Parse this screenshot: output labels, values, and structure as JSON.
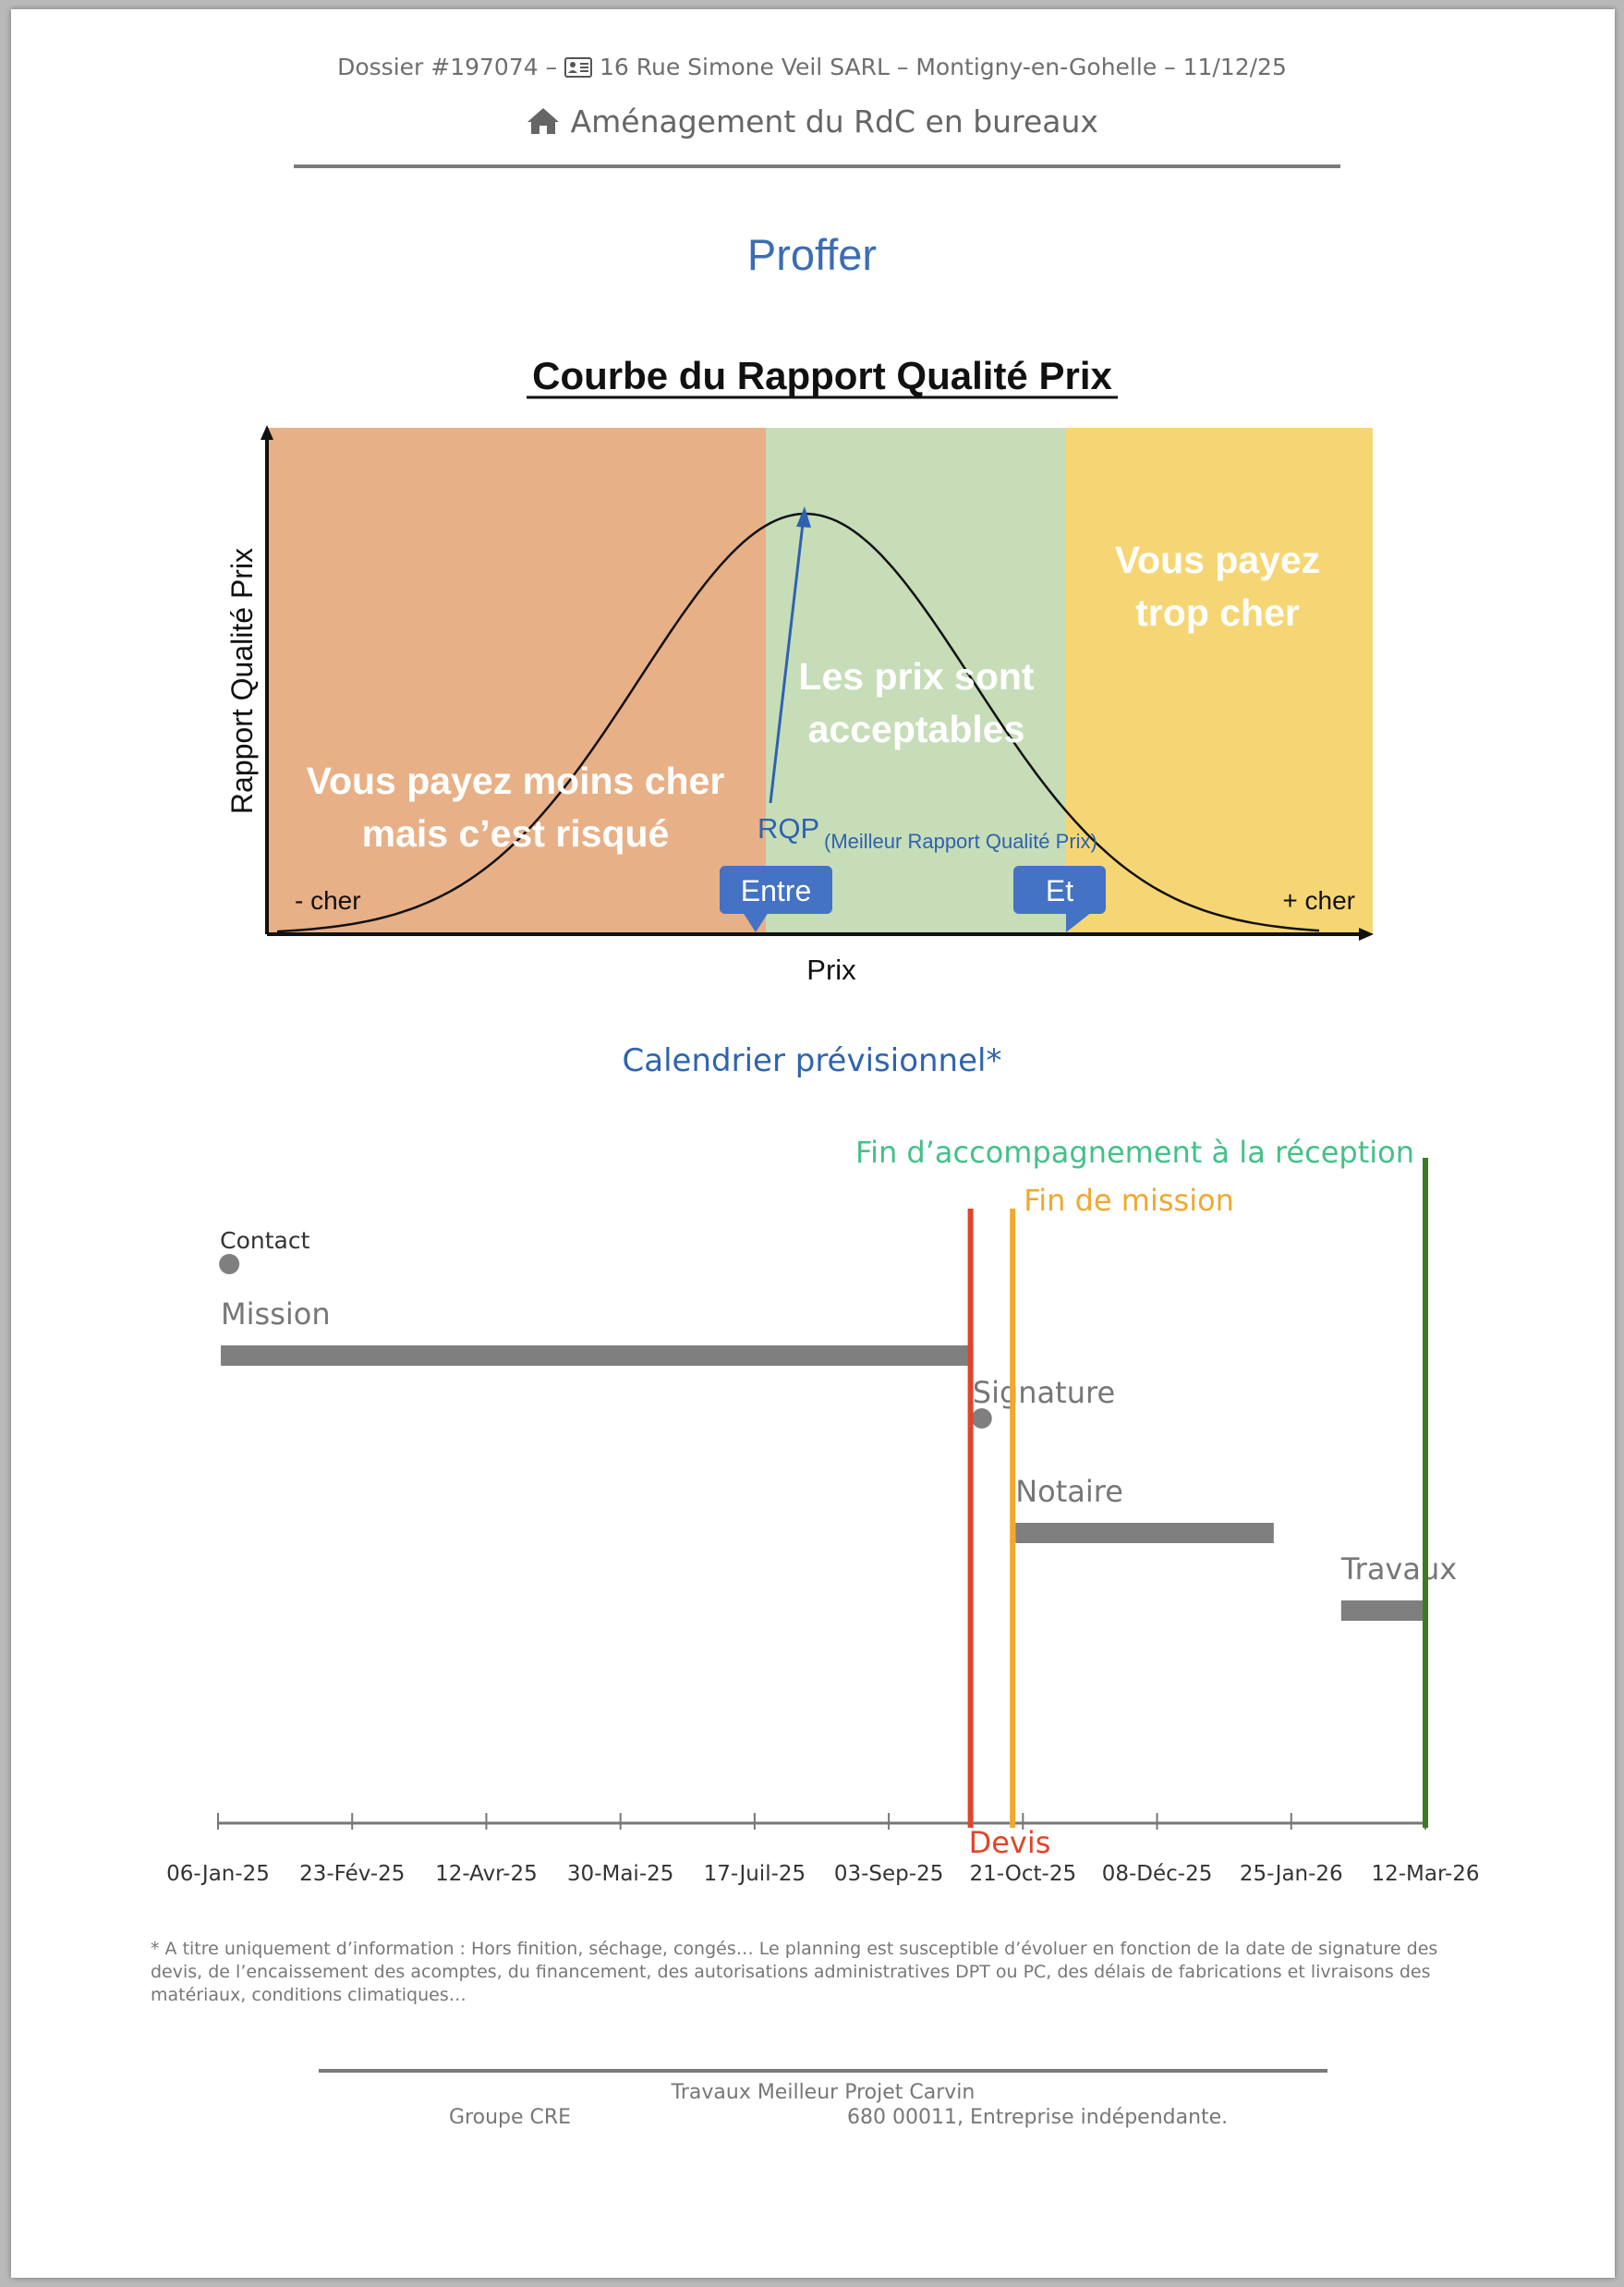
{
  "header": {
    "dossier_prefix": "Dossier #197074 –",
    "address": "16 Rue Simone Veil SARL – Montigny-en-Gohelle – 11/12/25",
    "project": "Aménagement du RdC en bureaux"
  },
  "title": "Proffer",
  "rqp_chart": {
    "title": "Courbe du Rapport Qualité Prix",
    "ylabel": "Rapport Qualité Prix",
    "xlabel": "Prix",
    "zone_left_line1": "Vous payez moins cher",
    "zone_left_line2": "mais c’est risqué",
    "zone_mid_line1": "Les prix sont",
    "zone_mid_line2": "acceptables",
    "zone_right_line1": "Vous payez",
    "zone_right_line2": "trop cher",
    "rqp_label": "RQP",
    "rqp_desc": "(Meilleur Rapport Qualité Prix)",
    "low_label": "- cher",
    "high_label": "+ cher",
    "callout_left": "Entre",
    "callout_right": "Et",
    "colors": {
      "left": "#e8b087",
      "mid": "#c6ddb8",
      "right": "#f6d674",
      "callout": "#4472c4",
      "arrow": "#2e62b0"
    }
  },
  "calendar": {
    "title": "Calendrier prévisionnel*",
    "chart_data": {
      "type": "gantt",
      "x_ticks": [
        "06-Jan-25",
        "23-Fév-25",
        "12-Avr-25",
        "30-Mai-25",
        "17-Juil-25",
        "03-Sep-25",
        "21-Oct-25",
        "08-Déc-25",
        "25-Jan-26",
        "12-Mar-26"
      ],
      "x_range": [
        "2025-01-06",
        "2026-03-12"
      ],
      "tasks": [
        {
          "name": "Contact",
          "type": "milestone",
          "date": "2025-01-10"
        },
        {
          "name": "Mission",
          "type": "bar",
          "start": "2025-01-07",
          "end": "2025-10-01"
        },
        {
          "name": "Signature",
          "type": "milestone",
          "date": "2025-10-05"
        },
        {
          "name": "Notaire",
          "type": "bar",
          "start": "2025-10-17",
          "end": "2026-01-17"
        },
        {
          "name": "Travaux",
          "type": "bar",
          "start": "2026-02-10",
          "end": "2026-03-12"
        }
      ],
      "markers": [
        {
          "name": "Devis",
          "date": "2025-10-01",
          "color": "#e0442b"
        },
        {
          "name": "Fin de mission",
          "date": "2025-10-16",
          "color": "#f0a830"
        },
        {
          "name": "Fin d’accompagnement à la réception",
          "date": "2026-03-12",
          "color": "#3d7a22"
        }
      ]
    }
  },
  "footnote": "* A titre uniquement d’information : Hors finition, séchage, congés… Le planning est susceptible d’évoluer en fonction de la date de signature des devis, de l’encaissement des acomptes, du financement, des autorisations administratives DPT ou PC, des délais de fabrications et livraisons des matériaux, conditions climatiques…",
  "footer": {
    "line1": "Travaux Meilleur Projet Carvin",
    "line2_left": "Groupe CRE",
    "line2_right": "680 00011, Entreprise indépendante."
  }
}
